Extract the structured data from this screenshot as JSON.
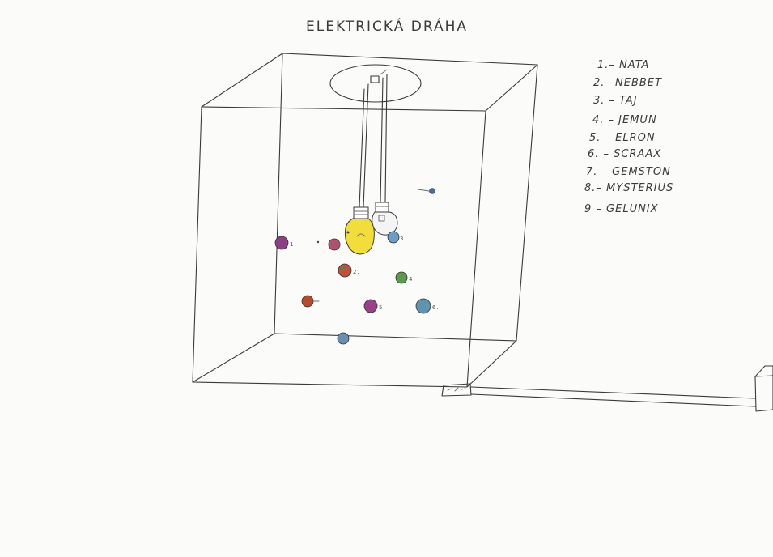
{
  "title": "ELEKTRICKÁ DRÁHA",
  "legend": [
    "1.– NATA",
    "2.– NEBBET",
    "3. – TAJ",
    "4. – JEMUN",
    "5. – ELRON",
    "6. – SCRAAX",
    "7. – GEMSTON",
    "8.– MYSTERIUS",
    "9 – GELUNIX"
  ],
  "ball_labels": [
    "1.",
    "2.",
    "3.",
    "4.",
    "5.",
    "6."
  ],
  "colors": {
    "paper": "#fbfbfa",
    "pencil": "#3a3a3a",
    "bulb_lit": "#f2de3a",
    "bulb_unlit": "#f0f0f0",
    "balls": [
      "#8d3f86",
      "#c24a6e",
      "#c0503a",
      "#5a9a4a",
      "#9a3f8a",
      "#5f93b0",
      "#b54a2c",
      "#6a8fb0",
      "#4a6aa0"
    ]
  }
}
